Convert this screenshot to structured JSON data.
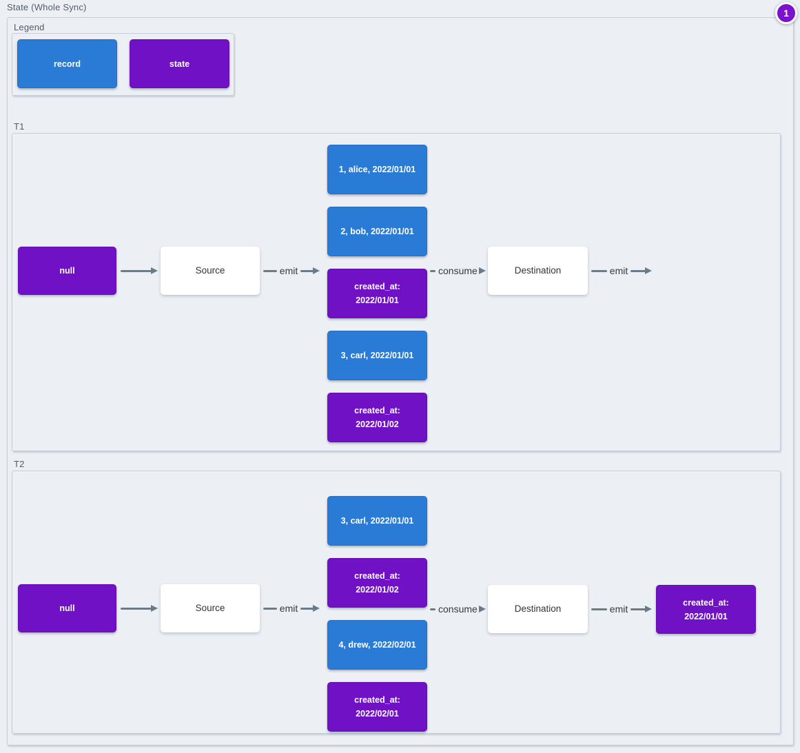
{
  "page": {
    "title": "State (Whole Sync)",
    "badge_count": "1",
    "background_color": "#ecf0f5"
  },
  "colors": {
    "record_blue": "#2a7bd6",
    "state_purple": "#7111c6",
    "edge_gray": "#6a7a89",
    "container_border": "#c6cfd9"
  },
  "legend": {
    "label": "Legend",
    "items": [
      {
        "label": "record",
        "type": "record"
      },
      {
        "label": "state",
        "type": "state"
      }
    ]
  },
  "sections": [
    {
      "label": "T1",
      "input_state": "null",
      "source_label": "Source",
      "emit_label": "emit",
      "consume_label": "consume",
      "destination_label": "Destination",
      "emit_out_label": "emit",
      "stream": [
        {
          "type": "record",
          "text": "1, alice, 2022/01/01"
        },
        {
          "type": "record",
          "text": "2, bob, 2022/01/01"
        },
        {
          "type": "state",
          "text": "created_at:\n2022/01/01"
        },
        {
          "type": "record",
          "text": "3, carl, 2022/01/01"
        },
        {
          "type": "state",
          "text": "created_at:\n2022/01/02"
        }
      ]
    },
    {
      "label": "T2",
      "input_state": "null",
      "source_label": "Source",
      "emit_label": "emit",
      "consume_label": "consume",
      "destination_label": "Destination",
      "emit_out_label": "emit",
      "stream": [
        {
          "type": "record",
          "text": "3, carl, 2022/01/01"
        },
        {
          "type": "state",
          "text": "created_at:\n2022/01/02"
        },
        {
          "type": "record",
          "text": "4, drew, 2022/02/01"
        },
        {
          "type": "state",
          "text": "created_at:\n2022/02/01"
        }
      ],
      "output_state": "created_at:\n2022/01/01"
    }
  ]
}
